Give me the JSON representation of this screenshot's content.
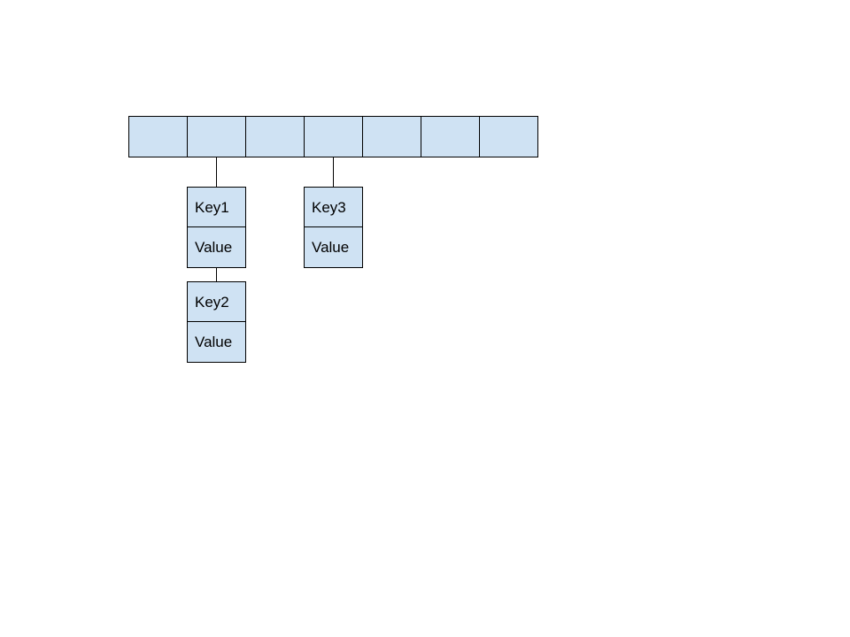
{
  "colors": {
    "fill": "#cfe2f3",
    "stroke": "#000000",
    "background": "#ffffff"
  },
  "array": {
    "slot_count": 7
  },
  "chains": [
    {
      "slot": 1,
      "entries": [
        {
          "key": "Key1",
          "value": "Value"
        },
        {
          "key": "Key2",
          "value": "Value"
        }
      ]
    },
    {
      "slot": 3,
      "entries": [
        {
          "key": "Key3",
          "value": "Value"
        }
      ]
    }
  ]
}
